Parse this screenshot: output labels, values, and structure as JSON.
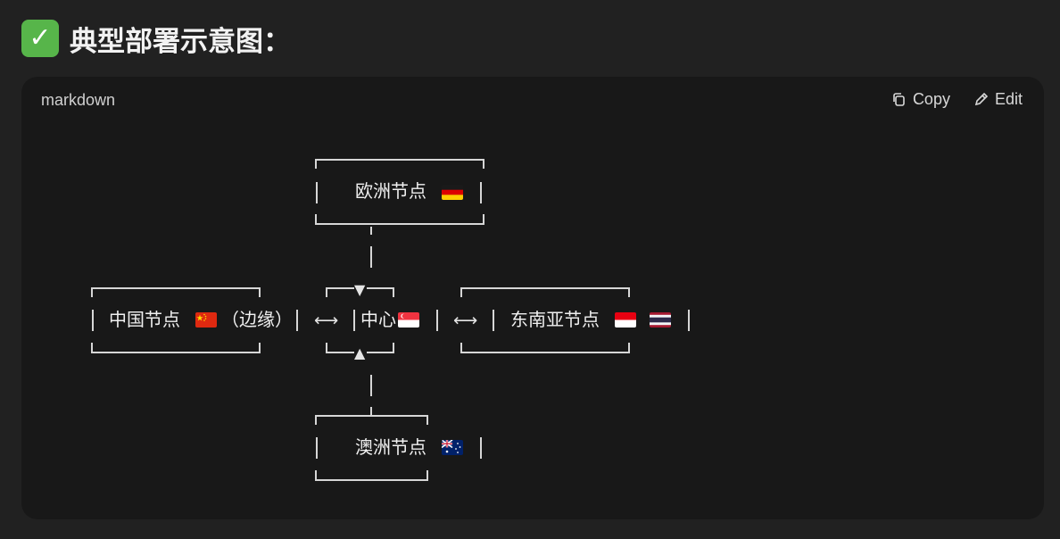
{
  "heading": {
    "icon": "check-mark-icon",
    "title": "典型部署示意图："
  },
  "code_block": {
    "language": "markdown",
    "copy_label": "Copy",
    "edit_label": "Edit",
    "copy_icon": "copy-icon",
    "edit_icon": "pencil-icon"
  },
  "diagram": {
    "europe": {
      "label": "欧洲节点",
      "flag": "Germany"
    },
    "china": {
      "label": "中国节点",
      "flag": "China",
      "suffix": "（边缘）"
    },
    "center": {
      "label": "中心",
      "flag": "Singapore"
    },
    "sea": {
      "label": "东南亚节点",
      "flags": [
        "Indonesia",
        "Thailand"
      ]
    },
    "australia": {
      "label": "澳洲节点",
      "flag": "Australia"
    },
    "connector": "⟷",
    "arrow_down": "▼",
    "arrow_up": "▲",
    "pipe": "|"
  }
}
